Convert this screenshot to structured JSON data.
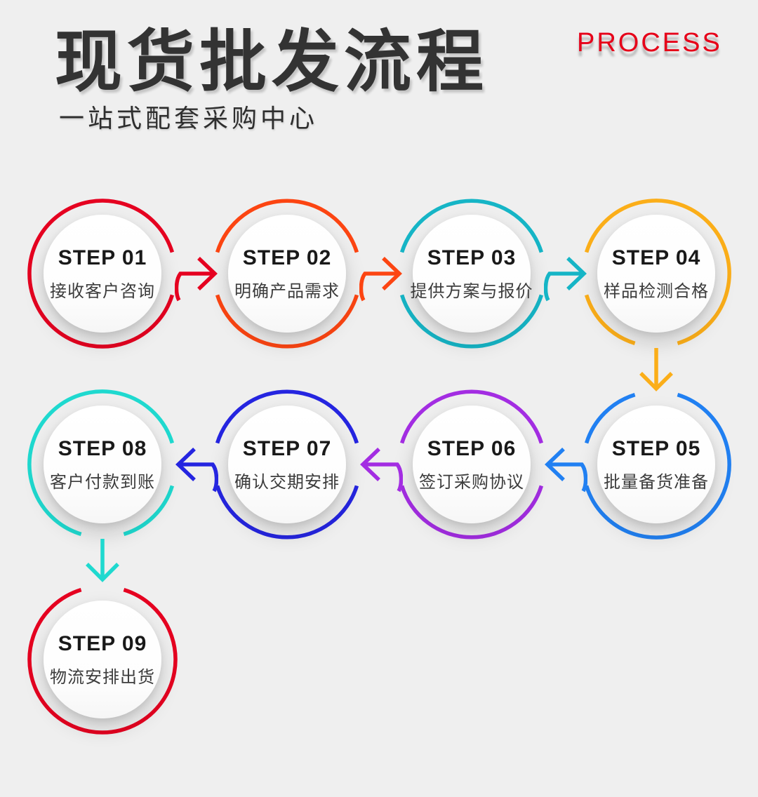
{
  "header": {
    "title": "现货批发流程",
    "subtitle": "一站式配套采购中心",
    "badge": "PROCESS",
    "badge_color": "#e60019",
    "title_color": "#333333"
  },
  "background_color": "#efefef",
  "steps": [
    {
      "label": "STEP 01",
      "desc": "接收客户咨询",
      "color": "#e50020"
    },
    {
      "label": "STEP 02",
      "desc": "明确产品需求",
      "color": "#fc4512"
    },
    {
      "label": "STEP 03",
      "desc": "提供方案与报价",
      "color": "#16b5c6"
    },
    {
      "label": "STEP 04",
      "desc": "样品检测合格",
      "color": "#fbae19"
    },
    {
      "label": "STEP 05",
      "desc": "批量备货准备",
      "color": "#2180f2"
    },
    {
      "label": "STEP 06",
      "desc": "签订采购协议",
      "color": "#a32de2"
    },
    {
      "label": "STEP 07",
      "desc": "确认交期安排",
      "color": "#2525e0"
    },
    {
      "label": "STEP 08",
      "desc": "客户付款到账",
      "color": "#1fd9cf"
    },
    {
      "label": "STEP 09",
      "desc": "物流安排出货",
      "color": "#e50020"
    }
  ],
  "arrows": [
    {
      "from": "STEP 01",
      "to": "STEP 02",
      "direction": "right",
      "color": "#e50020"
    },
    {
      "from": "STEP 02",
      "to": "STEP 03",
      "direction": "right",
      "color": "#fc4512"
    },
    {
      "from": "STEP 03",
      "to": "STEP 04",
      "direction": "right",
      "color": "#16b5c6"
    },
    {
      "from": "STEP 04",
      "to": "STEP 05",
      "direction": "down",
      "color": "#fbae19"
    },
    {
      "from": "STEP 05",
      "to": "STEP 06",
      "direction": "left",
      "color": "#2180f2"
    },
    {
      "from": "STEP 06",
      "to": "STEP 07",
      "direction": "left",
      "color": "#a32de2"
    },
    {
      "from": "STEP 07",
      "to": "STEP 08",
      "direction": "left",
      "color": "#2525e0"
    },
    {
      "from": "STEP 08",
      "to": "STEP 09",
      "direction": "down",
      "color": "#1fd9cf"
    }
  ]
}
